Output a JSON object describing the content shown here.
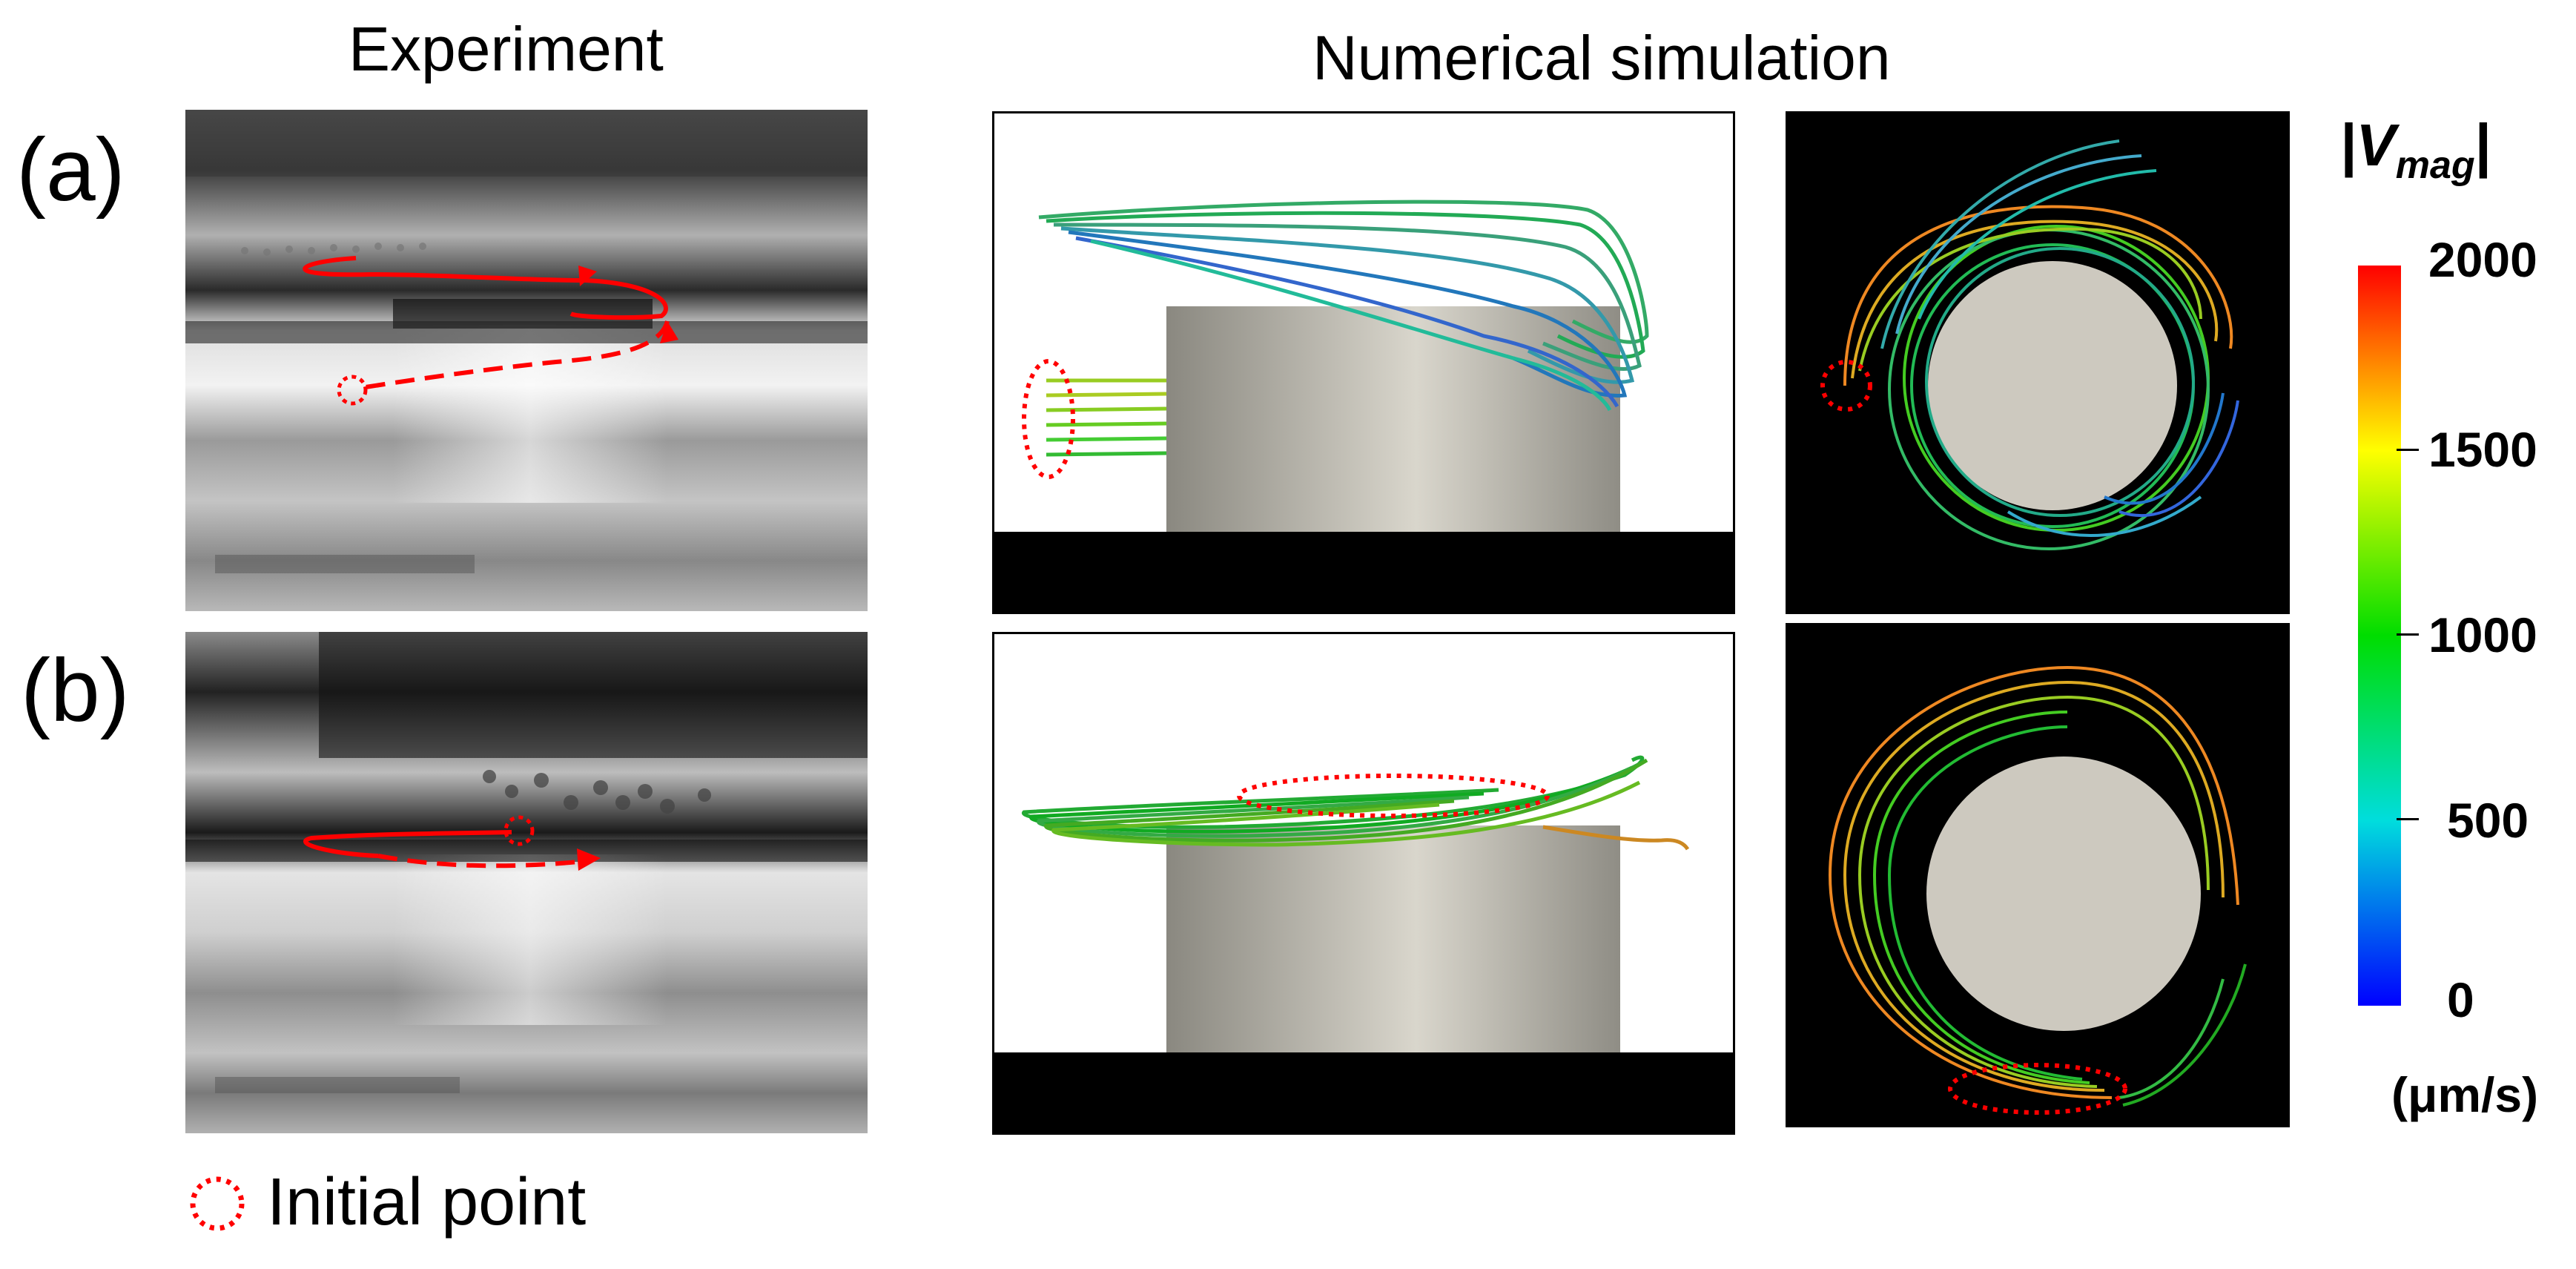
{
  "headers": {
    "experiment": "Experiment",
    "simulation": "Numerical simulation"
  },
  "rows": [
    {
      "label": "(a)"
    },
    {
      "label": "(b)"
    }
  ],
  "colorbar": {
    "title_main": "|V",
    "title_sub": "mag",
    "title_end": "|",
    "ticks": [
      "2000",
      "1500",
      "1000",
      "500",
      "0"
    ],
    "unit": "(μm/s)",
    "colors": [
      "#ff0000",
      "#ffff00",
      "#00dd00",
      "#00dddd",
      "#0000ff"
    ]
  },
  "legend": {
    "label": "Initial point",
    "marker_color": "#ff0000"
  },
  "colors": {
    "trajectory": "#ff0000",
    "cylinder_light": "#d9d6cc",
    "cylinder_dark": "#8a8880",
    "background_dark": "#000000"
  }
}
